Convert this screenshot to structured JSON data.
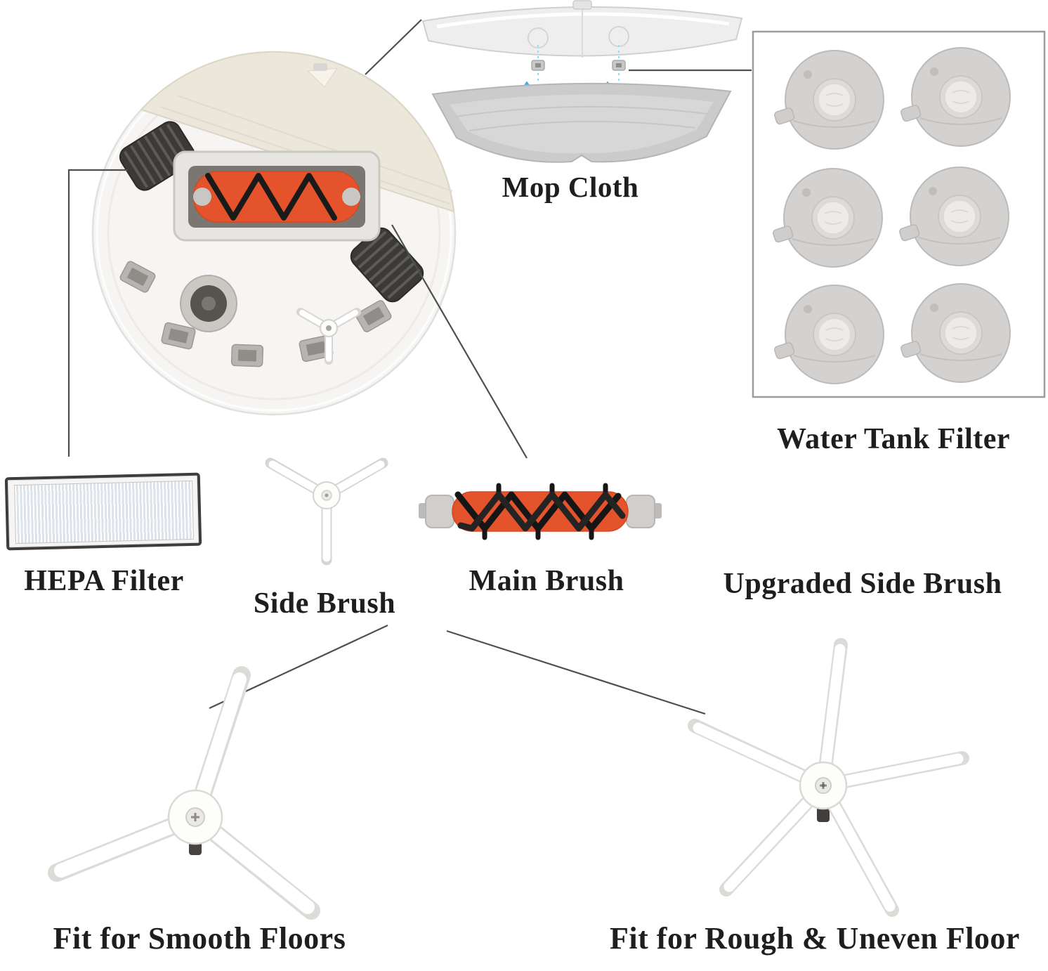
{
  "page": {
    "background": "#ffffff"
  },
  "labels": {
    "mop_cloth": "Mop Cloth",
    "water_tank_filter": "Water Tank Filter",
    "hepa_filter": "HEPA Filter",
    "side_brush": "Side Brush",
    "main_brush": "Main Brush",
    "upgraded_side_brush": "Upgraded Side Brush",
    "fit_smooth": "Fit for Smooth Floors",
    "fit_rough": "Fit for Rough & Uneven Floor"
  },
  "colors": {
    "brush_orange": "#e4532b",
    "drop_blue": "#3fb6e6",
    "label_text": "#1e1e1e",
    "line_gray": "#4f4f4f",
    "filter_gray": "#d3d2d0",
    "mop_gray": "#cbcbcb",
    "cloth_cream": "#ebe7db"
  }
}
